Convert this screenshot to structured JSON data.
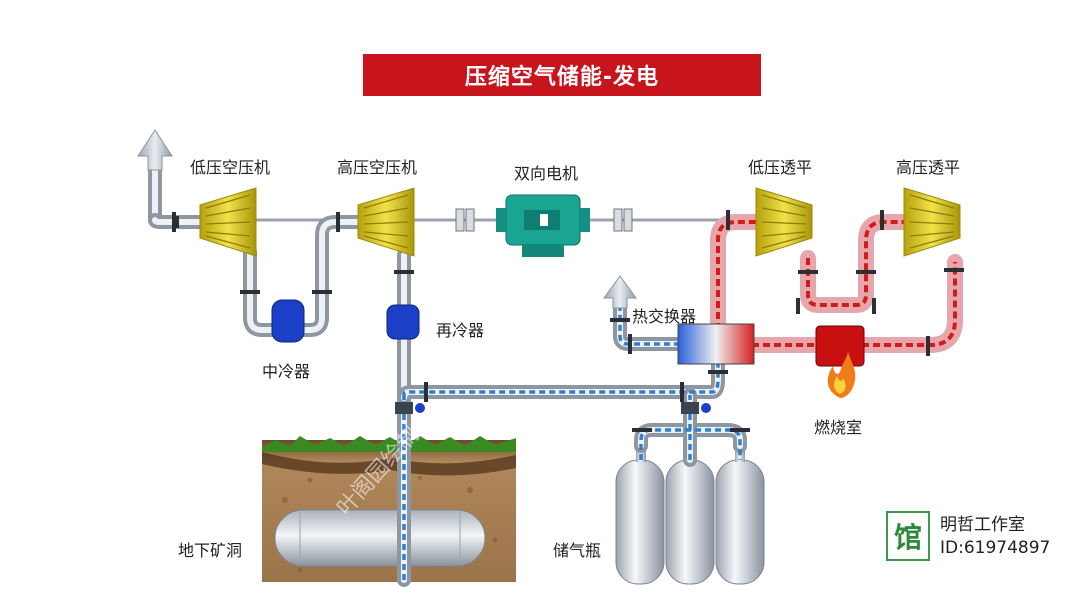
{
  "title": "压缩空气储能-发电",
  "labels": {
    "lp_compressor": "低压空压机",
    "hp_compressor": "高压空压机",
    "motor": "双向电机",
    "lp_turbine": "低压透平",
    "hp_turbine": "高压透平",
    "intercooler": "中冷器",
    "aftercooler": "再冷器",
    "heat_exchanger": "热交换器",
    "combustor": "燃烧室",
    "cavern": "地下矿洞",
    "gas_bottles": "储气瓶"
  },
  "watermark": "叶阁园绘制",
  "studio": {
    "badge": "馆",
    "name": "明哲工作室",
    "id": "ID:61974897"
  },
  "colors": {
    "title_bg": "#c8141c",
    "flow_blue": "#2f7fd0",
    "flow_red": "#d41a1a",
    "compressor": "#e6d21e",
    "motor": "#1aa593",
    "cooler": "#1c3fc8",
    "combustor": "#c81010"
  },
  "icons": {
    "exhaust": "up-arrow-icon",
    "flame": "flame-icon"
  }
}
